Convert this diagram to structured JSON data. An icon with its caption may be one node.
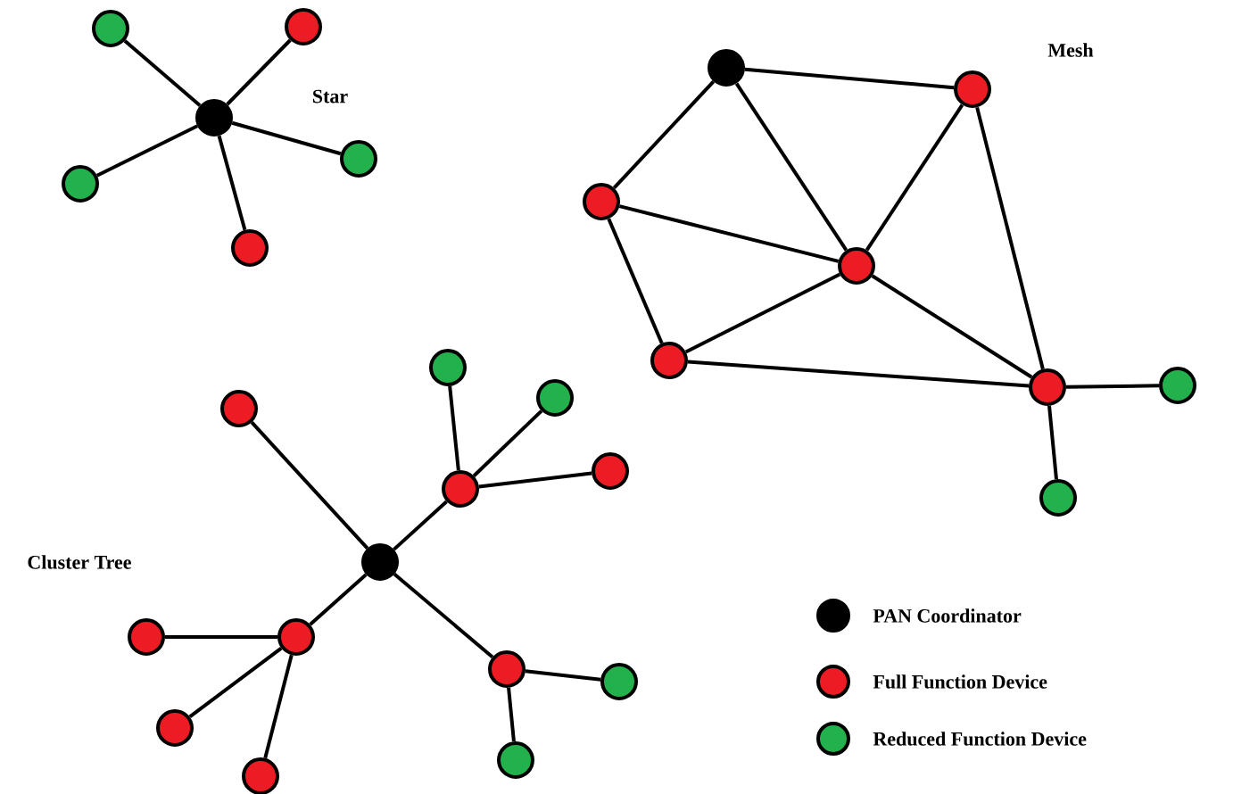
{
  "diagram": {
    "nodes": [
      {
        "text": [],
        "shape": "circle"
      },
      {
        "text": [],
        "shape": "circle"
      },
      {
        "text": [],
        "shape": "circle"
      },
      {
        "text": [],
        "shape": "circle"
      },
      {
        "text": [],
        "shape": "circle"
      },
      {
        "text": [],
        "shape": "circle"
      },
      {
        "text": [],
        "shape": "circle"
      },
      {
        "text": [],
        "shape": "circle"
      },
      {
        "text": [],
        "shape": "circle"
      },
      {
        "text": [],
        "shape": "circle"
      },
      {
        "text": [],
        "shape": "circle"
      },
      {
        "text": [],
        "shape": "circle"
      },
      {
        "text": [],
        "shape": "circle"
      },
      {
        "text": [],
        "shape": "circle"
      },
      {
        "text": [],
        "shape": "circle"
      },
      {
        "text": [],
        "shape": "circle"
      },
      {
        "text": [],
        "shape": "circle"
      },
      {
        "text": [],
        "shape": "circle"
      },
      {
        "text": [],
        "shape": "circle"
      },
      {
        "text": [],
        "shape": "circle"
      },
      {
        "text": [],
        "shape": "circle"
      },
      {
        "text": [],
        "shape": "circle"
      },
      {
        "text": [],
        "shape": "circle"
      },
      {
        "text": [],
        "shape": "circle"
      },
      {
        "text": [],
        "shape": "circle"
      },
      {
        "text": [],
        "shape": "circle"
      },
      {
        "text": [],
        "shape": "circle"
      }
    ],
    "edges": [
      {
        "from": 0,
        "to": 1,
        "arrow": "none"
      },
      {
        "from": 0,
        "to": 2,
        "arrow": "none"
      },
      {
        "from": 0,
        "to": 3,
        "arrow": "none"
      },
      {
        "from": 0,
        "to": 4,
        "arrow": "none"
      },
      {
        "from": 0,
        "to": 5,
        "arrow": "none"
      },
      {
        "from": 6,
        "to": 7,
        "arrow": "none"
      },
      {
        "from": 6,
        "to": 8,
        "arrow": "none"
      },
      {
        "from": 6,
        "to": 9,
        "arrow": "none"
      },
      {
        "from": 7,
        "to": 9,
        "arrow": "none"
      },
      {
        "from": 7,
        "to": 11,
        "arrow": "none"
      },
      {
        "from": 8,
        "to": 9,
        "arrow": "none"
      },
      {
        "from": 8,
        "to": 10,
        "arrow": "none"
      },
      {
        "from": 9,
        "to": 10,
        "arrow": "none"
      },
      {
        "from": 9,
        "to": 11,
        "arrow": "none"
      },
      {
        "from": 10,
        "to": 11,
        "arrow": "none"
      },
      {
        "from": 11,
        "to": 12,
        "arrow": "none"
      },
      {
        "from": 11,
        "to": 13,
        "arrow": "none"
      },
      {
        "from": 14,
        "to": 15,
        "arrow": "none"
      },
      {
        "from": 14,
        "to": 16,
        "arrow": "none"
      },
      {
        "from": 16,
        "to": 17,
        "arrow": "none"
      },
      {
        "from": 16,
        "to": 18,
        "arrow": "none"
      },
      {
        "from": 16,
        "to": 19,
        "arrow": "none"
      },
      {
        "from": 14,
        "to": 20,
        "arrow": "none"
      },
      {
        "from": 20,
        "to": 21,
        "arrow": "none"
      },
      {
        "from": 20,
        "to": 22,
        "arrow": "none"
      },
      {
        "from": 20,
        "to": 23,
        "arrow": "none"
      },
      {
        "from": 14,
        "to": 24,
        "arrow": "none"
      },
      {
        "from": 24,
        "to": 25,
        "arrow": "none"
      },
      {
        "from": 24,
        "to": 26,
        "arrow": "none"
      }
    ],
    "labels": [
      "Mesh",
      "Star",
      "Cluster Tree"
    ],
    "legend": [
      {
        "text": "PAN Coordinator",
        "color": "#000000"
      },
      {
        "text": "Full Function Device",
        "color": "#ed1c24"
      },
      {
        "text": "Reduced Function Device",
        "color": "#22b14c"
      }
    ]
  }
}
